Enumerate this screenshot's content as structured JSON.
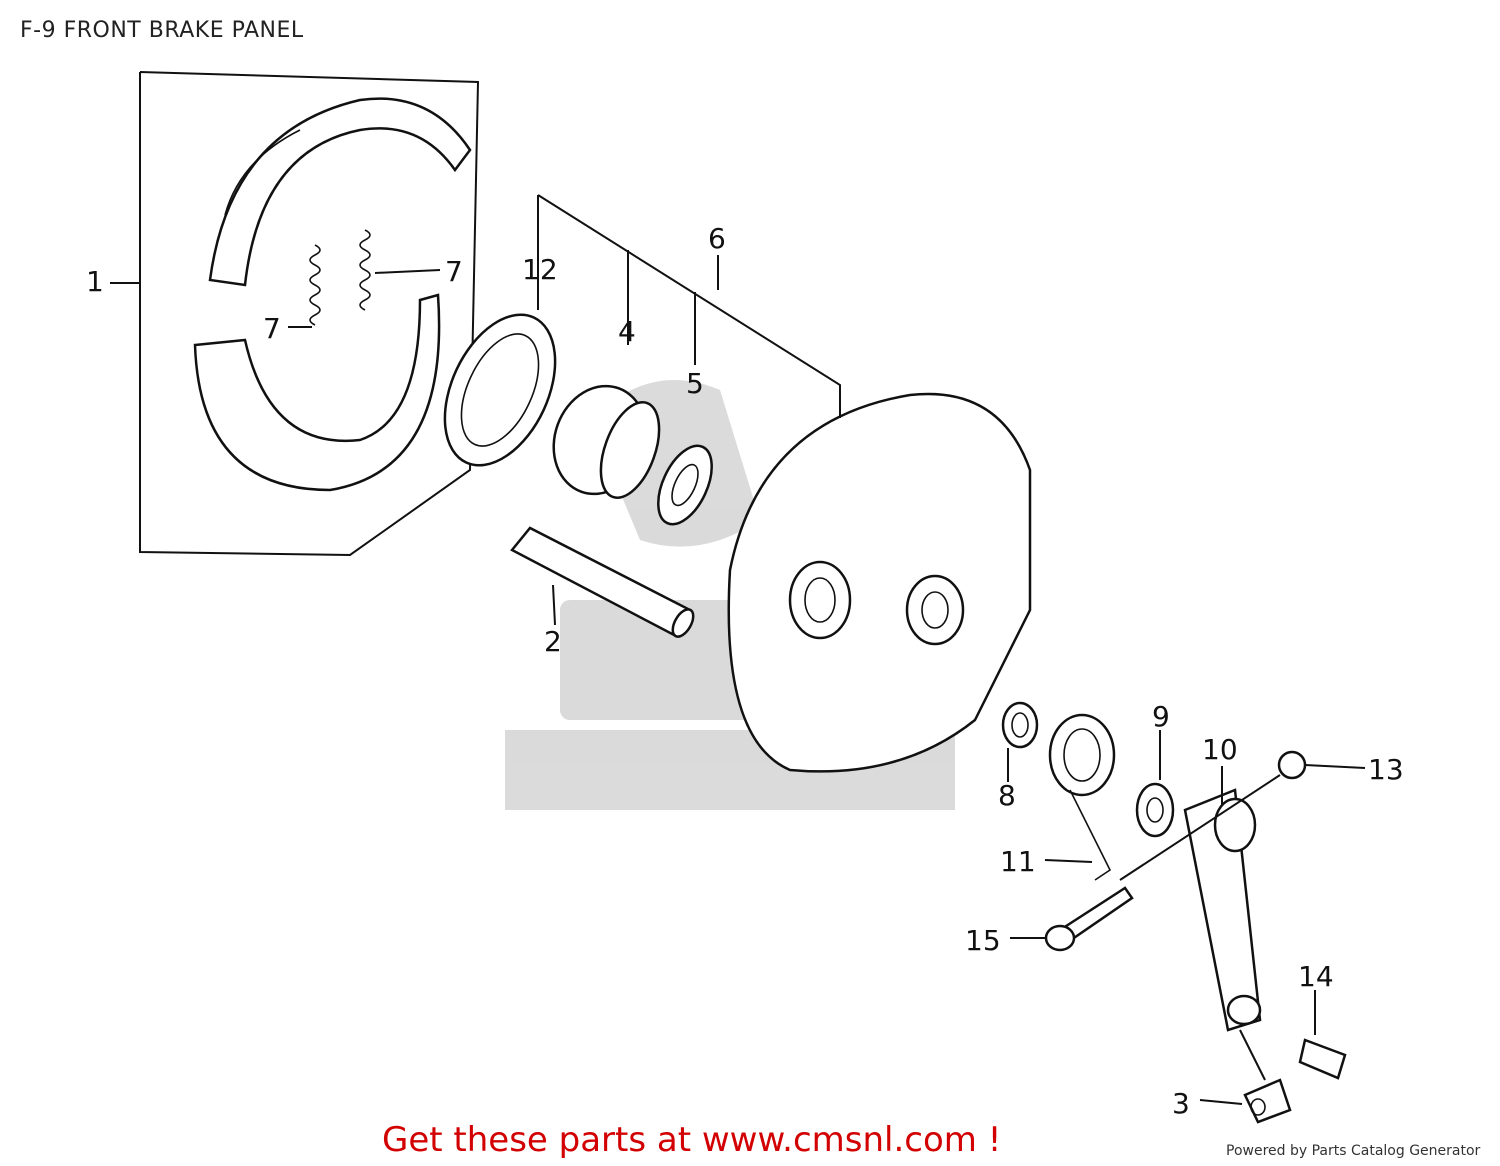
{
  "header": {
    "title": "F-9 FRONT BRAKE PANEL"
  },
  "callouts": [
    {
      "id": "1",
      "text": "1"
    },
    {
      "id": "2",
      "text": "2"
    },
    {
      "id": "3",
      "text": "3"
    },
    {
      "id": "4",
      "text": "4"
    },
    {
      "id": "5",
      "text": "5"
    },
    {
      "id": "6",
      "text": "6"
    },
    {
      "id": "7a",
      "text": "7"
    },
    {
      "id": "7b",
      "text": "7"
    },
    {
      "id": "8",
      "text": "8"
    },
    {
      "id": "9",
      "text": "9"
    },
    {
      "id": "10",
      "text": "10"
    },
    {
      "id": "11",
      "text": "11"
    },
    {
      "id": "12",
      "text": "12"
    },
    {
      "id": "13",
      "text": "13"
    },
    {
      "id": "14",
      "text": "14"
    },
    {
      "id": "15",
      "text": "15"
    }
  ],
  "footer": {
    "promo": "Get these parts at www.cmsnl.com !",
    "powered_by": "Powered by Parts Catalog Generator"
  },
  "colors": {
    "promo": "#d20000",
    "ink": "#111111",
    "watermark": "#bdbdbd"
  }
}
